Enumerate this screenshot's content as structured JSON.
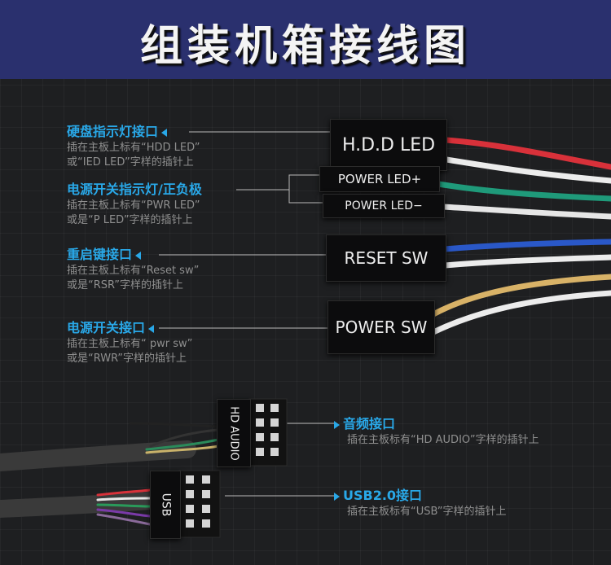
{
  "header": {
    "title": "组装机箱接线图",
    "bg_color": "#2a306e"
  },
  "accent_color": "#29a8e8",
  "left_labels": [
    {
      "title": "硬盘指示灯接口",
      "line1": "插在主板上标有“HDD LED”",
      "line2": "或“IED LED”字样的插针上"
    },
    {
      "title": "电源开关指示灯/正负极",
      "line1": "插在主板上标有“PWR LED”",
      "line2": "或是“P LED”字样的插针上"
    },
    {
      "title": "重启键接口",
      "line1": "插在主板上标有“Reset sw”",
      "line2": "或是“RSR”字样的插针上"
    },
    {
      "title": "电源开关接口",
      "line1": "插在主板上标有“ pwr sw”",
      "line2": "或是“RWR”字样的插针上"
    }
  ],
  "right_labels": [
    {
      "title": "音频接口",
      "line1": "插在主板标有“HD AUDIO”字样的插针上"
    },
    {
      "title": "USB2.0接口",
      "line1": "插在主板标有“USB”字样的插针上"
    }
  ],
  "connectors": {
    "hdd_led": "H.D.D LED",
    "power_led_plus": "POWER LED+",
    "power_led_minus": "POWER LED−",
    "reset_sw": "RESET SW",
    "power_sw": "POWER SW",
    "hd_audio": "HD AUDIO",
    "usb": "USB"
  },
  "wire_colors": {
    "hdd_led": [
      "#d8313a",
      "#ececec"
    ],
    "power_led": [
      "#1f9a7a",
      "#e6e6e6"
    ],
    "reset_sw": [
      "#2a58c8",
      "#ececec"
    ],
    "power_sw": [
      "#d8b267",
      "#ececec"
    ]
  }
}
